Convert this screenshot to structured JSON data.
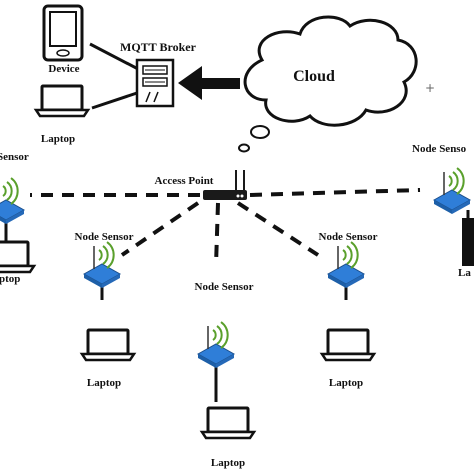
{
  "labels": {
    "device": "Device",
    "mqtt_broker": "MQTT Broker",
    "cloud": "Cloud",
    "access_point": "Access Point",
    "node_sensor": "Node Sensor",
    "laptop": "Laptop",
    "edge_node_sensor_left": "Sensor",
    "edge_node_sensor_right": "Node Senso",
    "edge_laptop_left": "ptop",
    "edge_laptop_right": "La"
  },
  "colors": {
    "sensor_blue": "#2f7ed8",
    "wifi_green": "#5aa02c",
    "line": "#111111"
  }
}
